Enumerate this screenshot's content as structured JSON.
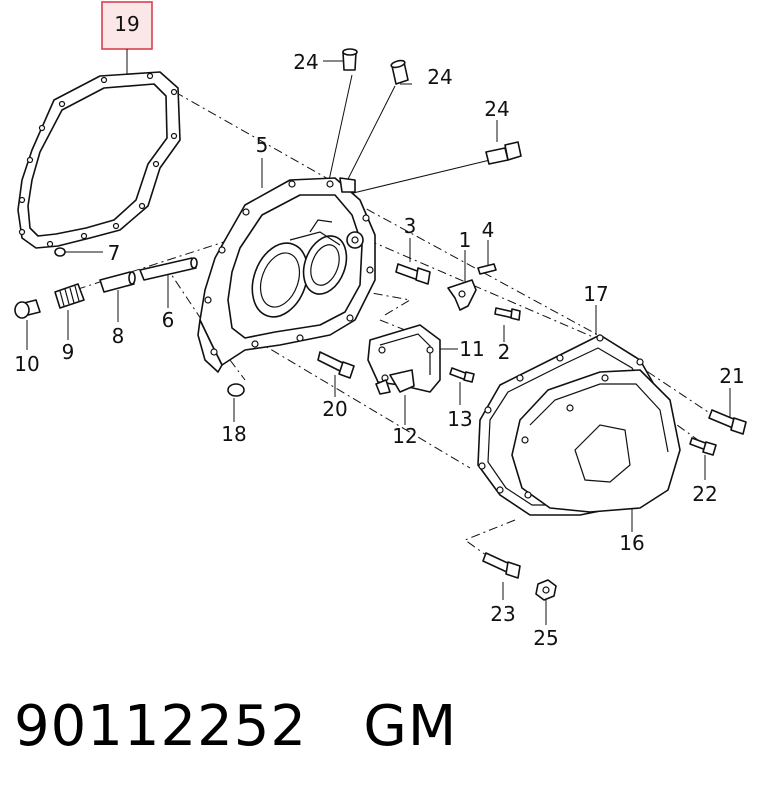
{
  "highlight_color": "#d9414e",
  "highlight_fill": "#fbe7e8",
  "labels": {
    "p1": "1",
    "p2": "2",
    "p3": "3",
    "p4": "4",
    "p5": "5",
    "p6": "6",
    "p7": "7",
    "p8": "8",
    "p9": "9",
    "p10": "10",
    "p11": "11",
    "p12": "12",
    "p13": "13",
    "p16": "16",
    "p17": "17",
    "p18": "18",
    "p19": "19",
    "p20": "20",
    "p21": "21",
    "p22": "22",
    "p23": "23",
    "p24a": "24",
    "p24b": "24",
    "p24c": "24",
    "p25": "25"
  },
  "caption": "90112252   GM"
}
